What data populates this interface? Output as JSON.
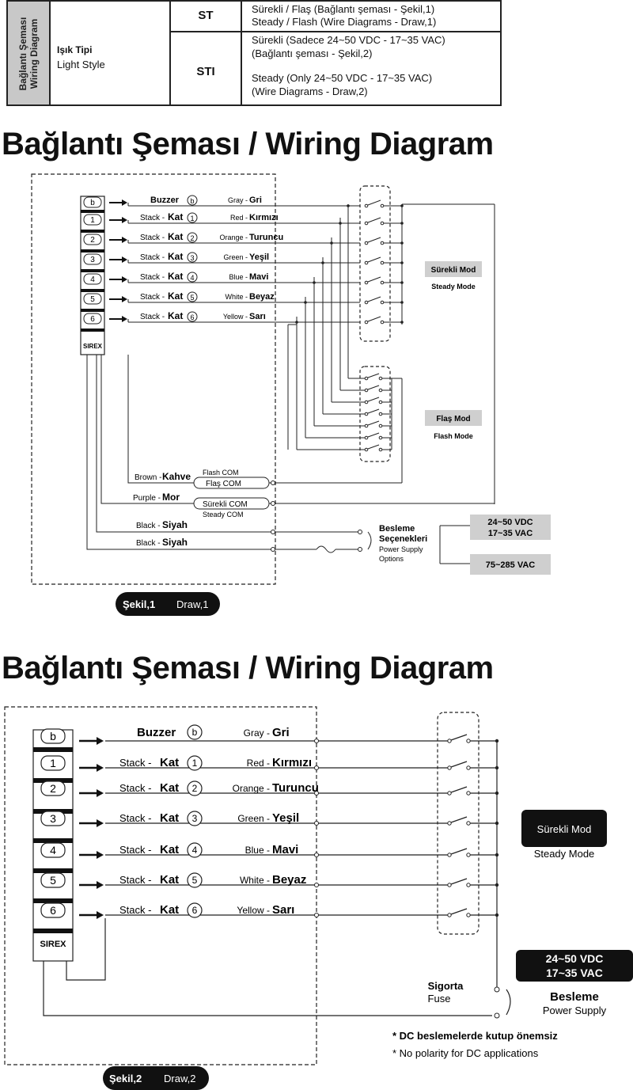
{
  "table": {
    "vertical_header": "Bağlantı Şeması Wiring Diagram",
    "light_title": "Işık Tipi",
    "light_sub": "Light Style",
    "rows": [
      {
        "code": "ST",
        "line1": "Sürekli / Flaş (Bağlantı şeması - Şekil,1)",
        "line2": "Steady / Flash (Wire Diagrams - Draw,1)"
      },
      {
        "code": "STI",
        "line1": "Sürekli (Sadece 24~50 VDC - 17~35 VAC)",
        "line2": "(Bağlantı şeması - Şekil,2)",
        "line3": "Steady (Only 24~50 VDC - 17~35 VAC)",
        "line4": "(Wire Diagrams - Draw,2)"
      }
    ]
  },
  "diagram1": {
    "heading": "Bağlantı Şeması / Wiring Diagram",
    "brand": "SIREX",
    "tiers": [
      "b",
      "1",
      "2",
      "3",
      "4",
      "5",
      "6"
    ],
    "wires": [
      {
        "prefix": "",
        "name": "Buzzer",
        "num": "b",
        "en": "Gray -",
        "tr": "Gri"
      },
      {
        "prefix": "Stack -",
        "name": "Kat",
        "num": "1",
        "en": "Red -",
        "tr": "Kırmızı"
      },
      {
        "prefix": "Stack -",
        "name": "Kat",
        "num": "2",
        "en": "Orange -",
        "tr": "Turuncu"
      },
      {
        "prefix": "Stack -",
        "name": "Kat",
        "num": "3",
        "en": "Green -",
        "tr": "Yeşil"
      },
      {
        "prefix": "Stack -",
        "name": "Kat",
        "num": "4",
        "en": "Blue -",
        "tr": "Mavi"
      },
      {
        "prefix": "Stack -",
        "name": "Kat",
        "num": "5",
        "en": "White -",
        "tr": "Beyaz"
      },
      {
        "prefix": "Stack -",
        "name": "Kat",
        "num": "6",
        "en": "Yellow -",
        "tr": "Sarı"
      }
    ],
    "steady_mode_tr": "Sürekli Mod",
    "steady_mode_en": "Steady Mode",
    "flash_mode_tr": "Flaş Mod",
    "flash_mode_en": "Flash Mode",
    "brown_en": "Brown -",
    "brown_tr": "Kahve",
    "flash_com_en": "Flash COM",
    "flash_com_tr": "Flaş COM",
    "purple_en": "Purple -",
    "purple_tr": "Mor",
    "steady_com_tr": "Sürekli COM",
    "steady_com_en": "Steady COM",
    "black_en": "Black -",
    "black_tr": "Siyah",
    "supply_tr_1": "Besleme",
    "supply_tr_2": "Seçenekleri",
    "supply_en_1": "Power Supply",
    "supply_en_2": "Options",
    "dc_1": "24~50 VDC",
    "dc_2": "17~35 VAC",
    "ac": "75~285 VAC",
    "badge_bold": "Şekil,1",
    "badge_light": "Draw,1"
  },
  "diagram2": {
    "heading": "Bağlantı Şeması / Wiring Diagram",
    "brand": "SIREX",
    "steady_mode_tr": "Sürekli Mod",
    "steady_mode_en": "Steady Mode",
    "dc_1": "24~50 VDC",
    "dc_2": "17~35 VAC",
    "fuse_tr": "Sigorta",
    "fuse_en": "Fuse",
    "supply_tr": "Besleme",
    "supply_en": "Power Supply",
    "note_tr": "* DC beslemelerde kutup önemsiz",
    "note_en": "* No polarity for DC applications",
    "badge_bold": "Şekil,2",
    "badge_light": "Draw,2"
  }
}
